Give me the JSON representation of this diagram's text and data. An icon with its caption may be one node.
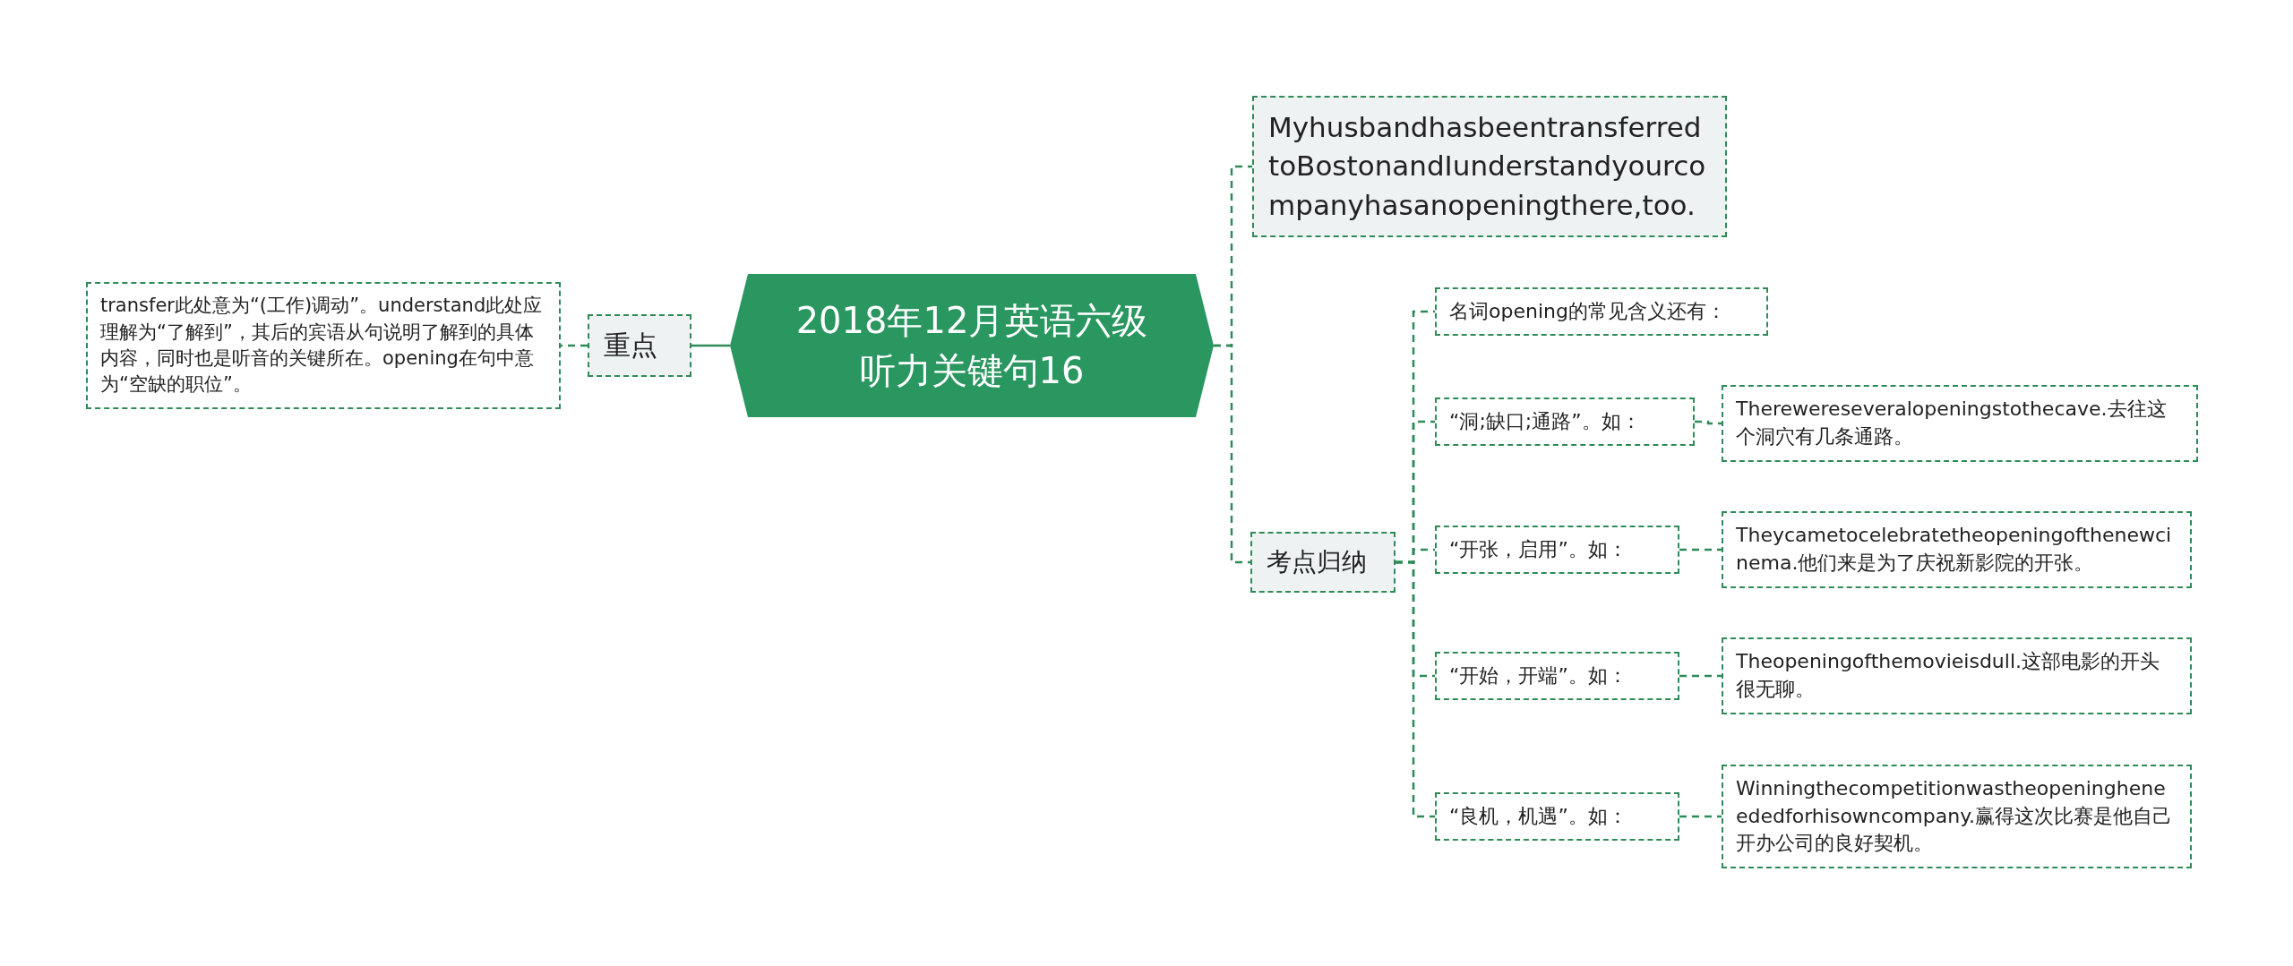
{
  "diagram": {
    "nodes": [
      {
        "text": [
          "2018年12月英语六级听力关键句16"
        ]
      },
      {
        "text": [
          "重点"
        ]
      },
      {
        "text": [
          "transfer此处意为“(工作)调动”。understand此处应理解为“了解到”，其后的宾语从句说明了解到的具体内容，同时也是听音的关键所在。opening在句中意为“空缺的职位”。"
        ]
      },
      {
        "text": [
          "MyhusbandhasbeentransferredtoBostonandIunderstandyourcompanyhasanopeningthere,too."
        ]
      },
      {
        "text": [
          "考点归纳"
        ]
      },
      {
        "text": [
          "名词opening的常见含义还有："
        ]
      },
      {
        "text": [
          "“洞;缺口;通路”。如："
        ]
      },
      {
        "text": [
          "Therewereseveralopeningstothecave.去往这个洞穴有几条通路。"
        ]
      },
      {
        "text": [
          "“开张，启用”。如："
        ]
      },
      {
        "text": [
          "Theycametocelebratetheopeningofthenewcinema.他们来是为了庆祝新影院的开张。"
        ]
      },
      {
        "text": [
          "“开始，开端”。如："
        ]
      },
      {
        "text": [
          "Theopeningofthemovieisdull.这部电影的开头很无聊。"
        ]
      },
      {
        "text": [
          "“良机，机遇”。如："
        ]
      },
      {
        "text": [
          "Winningthecompetitionwastheopeningheneededforhisowncompany.赢得这次比赛是他自己开办公司的良好契机。"
        ]
      }
    ],
    "edges": [
      {
        "from": 0,
        "to": 1,
        "arrow": "none"
      },
      {
        "from": 1,
        "to": 2,
        "arrow": "none",
        "style": "dashed"
      },
      {
        "from": 0,
        "to": 3,
        "arrow": "none",
        "style": "dashed"
      },
      {
        "from": 0,
        "to": 4,
        "arrow": "none",
        "style": "dashed"
      },
      {
        "from": 4,
        "to": 5,
        "arrow": "none",
        "style": "dashed"
      },
      {
        "from": 4,
        "to": 6,
        "arrow": "none",
        "style": "dashed"
      },
      {
        "from": 6,
        "to": 7,
        "arrow": "none",
        "style": "dashed"
      },
      {
        "from": 4,
        "to": 8,
        "arrow": "none",
        "style": "dashed"
      },
      {
        "from": 8,
        "to": 9,
        "arrow": "none",
        "style": "dashed"
      },
      {
        "from": 4,
        "to": 10,
        "arrow": "none",
        "style": "dashed"
      },
      {
        "from": 10,
        "to": 11,
        "arrow": "none",
        "style": "dashed"
      },
      {
        "from": 4,
        "to": 12,
        "arrow": "none",
        "style": "dashed"
      },
      {
        "from": 12,
        "to": 13,
        "arrow": "none",
        "style": "dashed"
      }
    ]
  }
}
